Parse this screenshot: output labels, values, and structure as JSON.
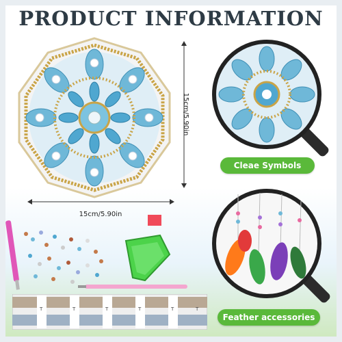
{
  "header": {
    "title": "PRODUCT INFORMATION"
  },
  "dimensions": {
    "width_label": "15cm/5.90in",
    "height_label": "15cm/5.90in"
  },
  "callouts": {
    "symbols_label": "Cleae Symbols",
    "feathers_label": "Feather accessories"
  },
  "strip": {
    "marks": [
      "T",
      "T",
      "T",
      "T",
      "T",
      "T"
    ]
  },
  "colors": {
    "accent_green": "#5ab93a",
    "mandala_blue": "#6fb8d8",
    "gold": "#c9a447"
  }
}
